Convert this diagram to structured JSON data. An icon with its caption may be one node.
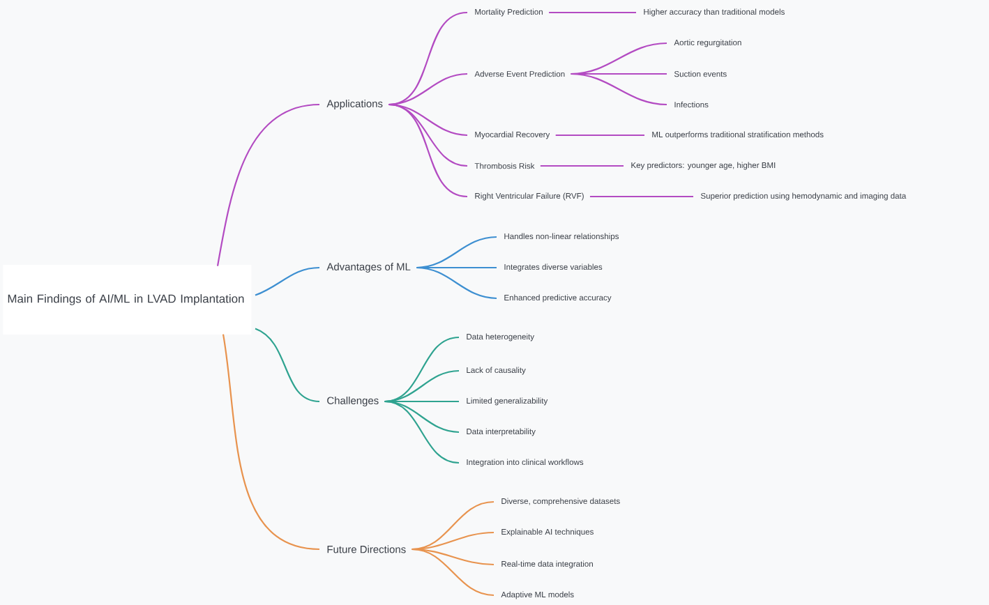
{
  "diagram": {
    "nodes": [
      {
        "text": [
          "Main Findings of AI/ML in LVAD Implantation"
        ]
      },
      {
        "text": [
          "Applications"
        ]
      },
      {
        "text": [
          "Mortality Prediction"
        ]
      },
      {
        "text": [
          "Higher accuracy than traditional models"
        ]
      },
      {
        "text": [
          "Adverse Event Prediction"
        ]
      },
      {
        "text": [
          "Aortic regurgitation"
        ]
      },
      {
        "text": [
          "Suction events"
        ]
      },
      {
        "text": [
          "Infections"
        ]
      },
      {
        "text": [
          "Myocardial Recovery"
        ]
      },
      {
        "text": [
          "ML outperforms traditional stratification methods"
        ]
      },
      {
        "text": [
          "Thrombosis Risk"
        ]
      },
      {
        "text": [
          "Key predictors: younger age, higher BMI"
        ]
      },
      {
        "text": [
          "Right Ventricular Failure (RVF)"
        ]
      },
      {
        "text": [
          "Superior prediction using hemodynamic and imaging data"
        ]
      },
      {
        "text": [
          "Advantages of ML"
        ]
      },
      {
        "text": [
          "Handles non-linear relationships"
        ]
      },
      {
        "text": [
          "Integrates diverse variables"
        ]
      },
      {
        "text": [
          "Enhanced predictive accuracy"
        ]
      },
      {
        "text": [
          "Challenges"
        ]
      },
      {
        "text": [
          "Data heterogeneity"
        ]
      },
      {
        "text": [
          "Lack of causality"
        ]
      },
      {
        "text": [
          "Limited generalizability"
        ]
      },
      {
        "text": [
          "Data interpretability"
        ]
      },
      {
        "text": [
          "Integration into clinical workflows"
        ]
      },
      {
        "text": [
          "Future Directions"
        ]
      },
      {
        "text": [
          "Diverse, comprehensive datasets"
        ]
      },
      {
        "text": [
          "Explainable AI techniques"
        ]
      },
      {
        "text": [
          "Real-time data integration"
        ]
      },
      {
        "text": [
          "Adaptive ML models"
        ]
      }
    ],
    "edges": [
      {
        "from": 0,
        "to": 1,
        "arrow": "none"
      },
      {
        "from": 1,
        "to": 2,
        "arrow": "none"
      },
      {
        "from": 2,
        "to": 3,
        "arrow": "none"
      },
      {
        "from": 1,
        "to": 4,
        "arrow": "none"
      },
      {
        "from": 4,
        "to": 5,
        "arrow": "none"
      },
      {
        "from": 4,
        "to": 6,
        "arrow": "none"
      },
      {
        "from": 4,
        "to": 7,
        "arrow": "none"
      },
      {
        "from": 1,
        "to": 8,
        "arrow": "none"
      },
      {
        "from": 8,
        "to": 9,
        "arrow": "none"
      },
      {
        "from": 1,
        "to": 10,
        "arrow": "none"
      },
      {
        "from": 10,
        "to": 11,
        "arrow": "none"
      },
      {
        "from": 1,
        "to": 12,
        "arrow": "none"
      },
      {
        "from": 12,
        "to": 13,
        "arrow": "none"
      },
      {
        "from": 0,
        "to": 14,
        "arrow": "none",
        "color": "#3d8fd1"
      },
      {
        "from": 14,
        "to": 15,
        "arrow": "none",
        "color": "#3d8fd1"
      },
      {
        "from": 14,
        "to": 16,
        "arrow": "none",
        "color": "#3d8fd1"
      },
      {
        "from": 14,
        "to": 17,
        "arrow": "none",
        "color": "#3d8fd1"
      },
      {
        "from": 0,
        "to": 18,
        "arrow": "none",
        "color": "#2fa390"
      },
      {
        "from": 18,
        "to": 19,
        "arrow": "none",
        "color": "#2fa390"
      },
      {
        "from": 18,
        "to": 20,
        "arrow": "none",
        "color": "#2fa390"
      },
      {
        "from": 18,
        "to": 21,
        "arrow": "none",
        "color": "#2fa390"
      },
      {
        "from": 18,
        "to": 22,
        "arrow": "none",
        "color": "#2fa390"
      },
      {
        "from": 18,
        "to": 23,
        "arrow": "none",
        "color": "#2fa390"
      },
      {
        "from": 0,
        "to": 24,
        "arrow": "none",
        "color": "#e8934e"
      },
      {
        "from": 24,
        "to": 25,
        "arrow": "none",
        "color": "#e8934e"
      },
      {
        "from": 24,
        "to": 26,
        "arrow": "none",
        "color": "#e8934e"
      },
      {
        "from": 24,
        "to": 27,
        "arrow": "none",
        "color": "#e8934e"
      },
      {
        "from": 24,
        "to": 28,
        "arrow": "none",
        "color": "#e8934e"
      }
    ]
  }
}
